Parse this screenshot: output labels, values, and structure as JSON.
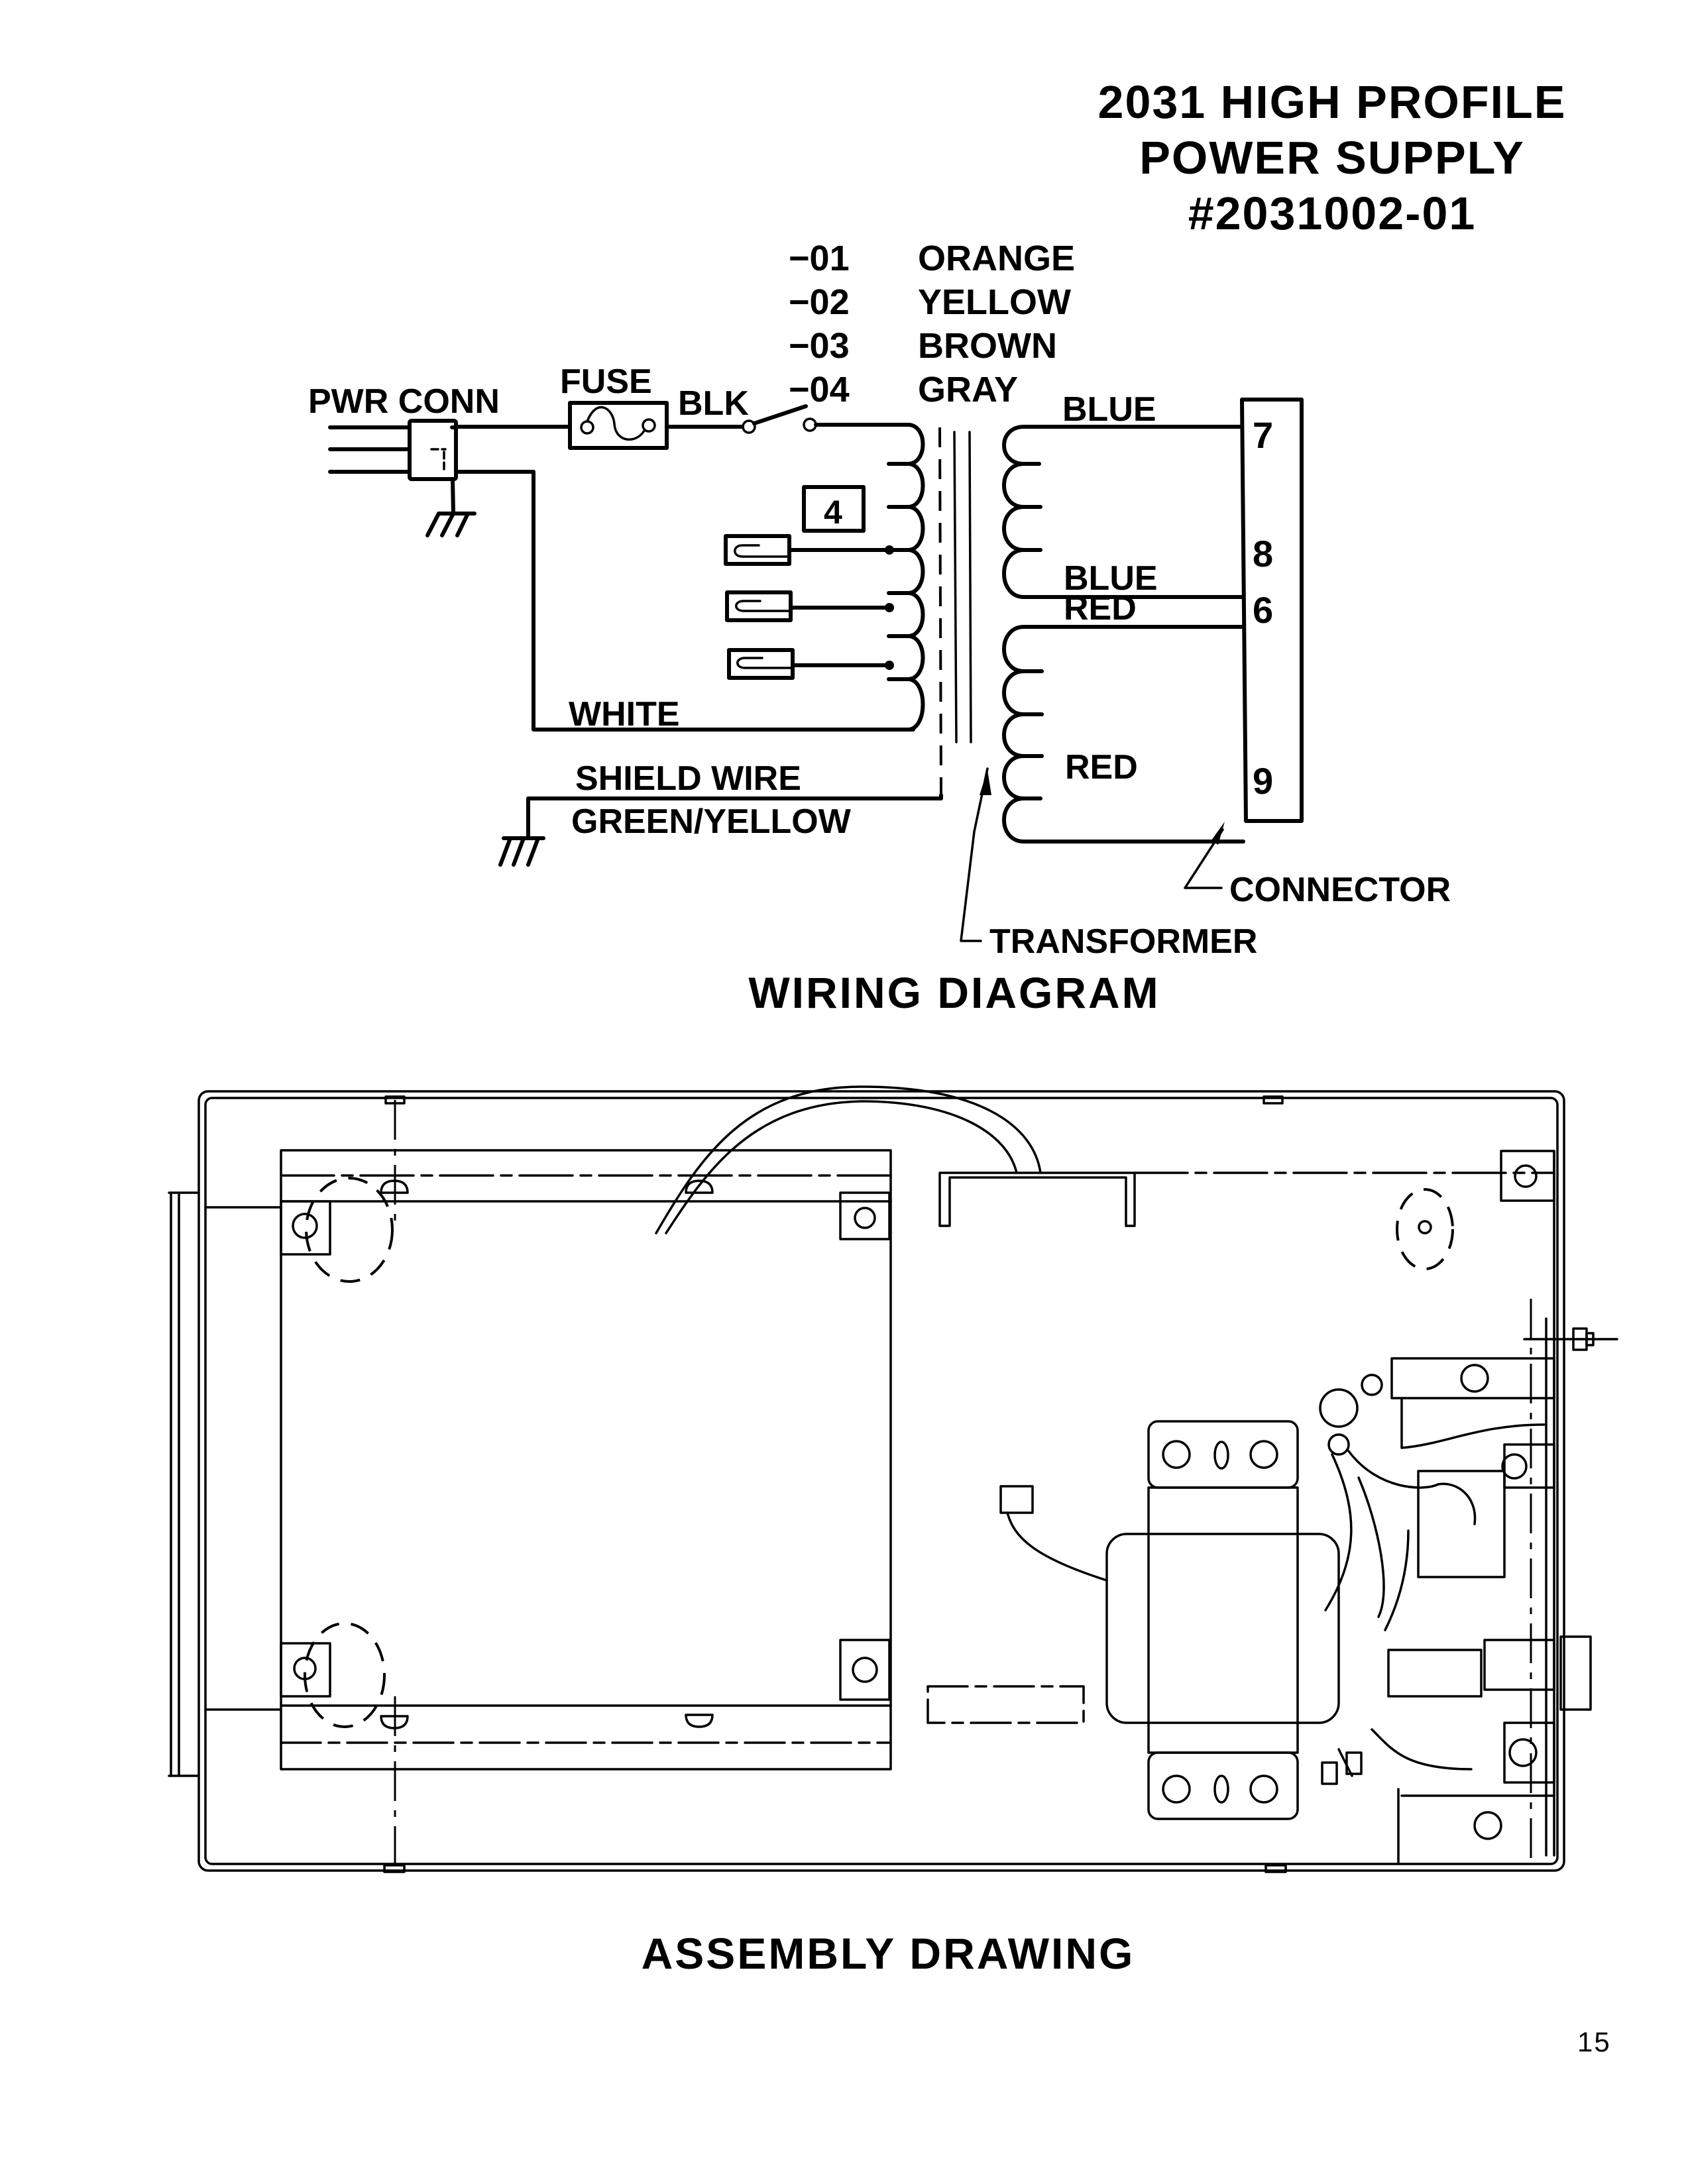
{
  "header": {
    "title_line1": "2031 HIGH PROFILE",
    "title_line2": "POWER SUPPLY",
    "part_number": "#2031002-01"
  },
  "wiring_diagram": {
    "heading": "WIRING DIAGRAM",
    "variant_legend": [
      {
        "code": "−01",
        "color": "ORANGE"
      },
      {
        "code": "−02",
        "color": "YELLOW"
      },
      {
        "code": "−03",
        "color": "BROWN"
      },
      {
        "code": "−04",
        "color": "GRAY"
      }
    ],
    "labels": {
      "power_connector": "PWR CONN",
      "fuse": "FUSE",
      "black_wire": "BLK",
      "white_wire": "WHITE",
      "shield_wire_line1": "SHIELD WIRE",
      "shield_wire_line2": "GREEN/YELLOW",
      "transformer": "TRANSFORMER",
      "connector": "CONNECTOR",
      "tap_box": "4"
    },
    "secondary_wires": [
      {
        "color": "BLUE",
        "pin": "7"
      },
      {
        "color": "BLUE",
        "pin": "8"
      },
      {
        "color": "RED",
        "pin": "6"
      },
      {
        "color": "RED",
        "pin": "9"
      }
    ]
  },
  "assembly_drawing": {
    "heading": "ASSEMBLY DRAWING"
  },
  "footer": {
    "page_number": "15"
  }
}
